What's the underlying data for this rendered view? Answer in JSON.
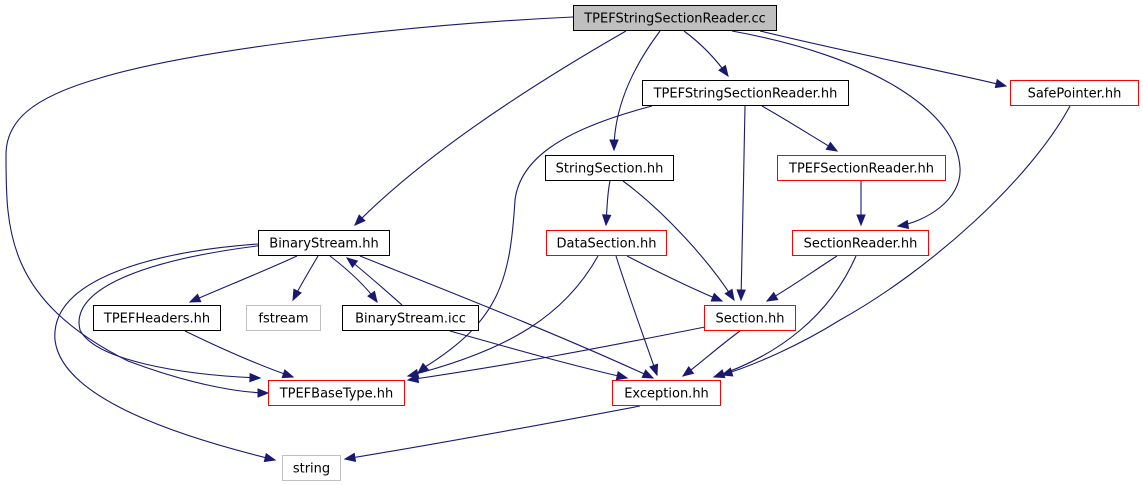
{
  "colors": {
    "edge": "#191970",
    "focus_fill": "#bfbfbf",
    "documented_border": "#000000",
    "truncated_border": "#ff0000",
    "external_border": "#bfbfbf"
  },
  "nodes": [
    {
      "id": "reader_cc",
      "label": "TPEFStringSectionReader.cc",
      "kind": "focus"
    },
    {
      "id": "reader_hh",
      "label": "TPEFStringSectionReader.hh",
      "kind": "documented"
    },
    {
      "id": "safepointer",
      "label": "SafePointer.hh",
      "kind": "truncated"
    },
    {
      "id": "stringsection",
      "label": "StringSection.hh",
      "kind": "documented"
    },
    {
      "id": "tpefsectionreader",
      "label": "TPEFSectionReader.hh",
      "kind": "truncated"
    },
    {
      "id": "binarystream",
      "label": "BinaryStream.hh",
      "kind": "documented"
    },
    {
      "id": "datasection",
      "label": "DataSection.hh",
      "kind": "truncated"
    },
    {
      "id": "sectionreader",
      "label": "SectionReader.hh",
      "kind": "truncated"
    },
    {
      "id": "tpefheaders",
      "label": "TPEFHeaders.hh",
      "kind": "documented"
    },
    {
      "id": "fstream",
      "label": "fstream",
      "kind": "external"
    },
    {
      "id": "binarystream_icc",
      "label": "BinaryStream.icc",
      "kind": "documented"
    },
    {
      "id": "section",
      "label": "Section.hh",
      "kind": "truncated"
    },
    {
      "id": "tpefbasetype",
      "label": "TPEFBaseType.hh",
      "kind": "truncated"
    },
    {
      "id": "exception",
      "label": "Exception.hh",
      "kind": "truncated"
    },
    {
      "id": "string",
      "label": "string",
      "kind": "external"
    }
  ],
  "edges": [
    {
      "from": "reader_cc",
      "to": "binarystream"
    },
    {
      "from": "reader_cc",
      "to": "tpefbasetype"
    },
    {
      "from": "reader_cc",
      "to": "stringsection"
    },
    {
      "from": "reader_cc",
      "to": "reader_hh"
    },
    {
      "from": "reader_cc",
      "to": "sectionreader"
    },
    {
      "from": "reader_cc",
      "to": "safepointer"
    },
    {
      "from": "reader_hh",
      "to": "tpefbasetype"
    },
    {
      "from": "reader_hh",
      "to": "section"
    },
    {
      "from": "reader_hh",
      "to": "tpefsectionreader"
    },
    {
      "from": "safepointer",
      "to": "exception"
    },
    {
      "from": "stringsection",
      "to": "datasection"
    },
    {
      "from": "stringsection",
      "to": "section"
    },
    {
      "from": "tpefsectionreader",
      "to": "sectionreader"
    },
    {
      "from": "binarystream",
      "to": "tpefheaders"
    },
    {
      "from": "binarystream",
      "to": "fstream"
    },
    {
      "from": "binarystream",
      "to": "binarystream_icc"
    },
    {
      "from": "binarystream",
      "to": "exception"
    },
    {
      "from": "binarystream",
      "to": "tpefbasetype"
    },
    {
      "from": "binarystream",
      "to": "string"
    },
    {
      "from": "binarystream_icc",
      "to": "binarystream"
    },
    {
      "from": "binarystream_icc",
      "to": "exception"
    },
    {
      "from": "tpefheaders",
      "to": "tpefbasetype"
    },
    {
      "from": "datasection",
      "to": "section"
    },
    {
      "from": "datasection",
      "to": "tpefbasetype"
    },
    {
      "from": "datasection",
      "to": "exception"
    },
    {
      "from": "sectionreader",
      "to": "section"
    },
    {
      "from": "sectionreader",
      "to": "exception"
    },
    {
      "from": "section",
      "to": "tpefbasetype"
    },
    {
      "from": "section",
      "to": "exception"
    },
    {
      "from": "exception",
      "to": "string"
    }
  ]
}
